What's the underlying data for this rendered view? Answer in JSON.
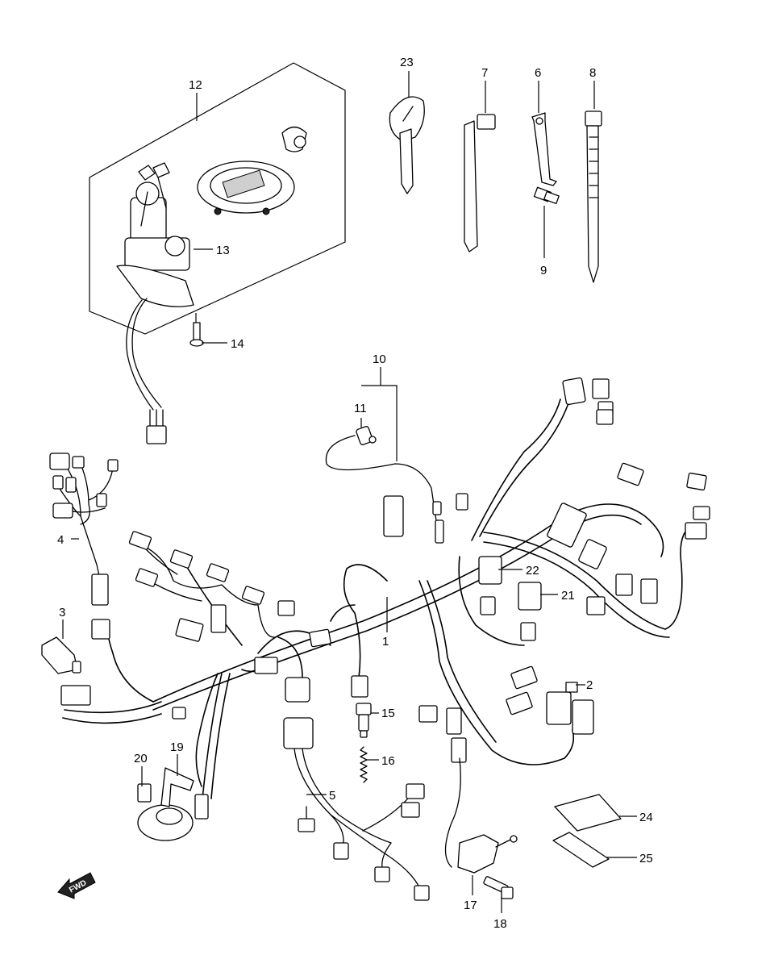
{
  "parts": [
    {
      "no": "1"
    },
    {
      "no": "2"
    },
    {
      "no": "3"
    },
    {
      "no": "4"
    },
    {
      "no": "5"
    },
    {
      "no": "6"
    },
    {
      "no": "7"
    },
    {
      "no": "8"
    },
    {
      "no": "9"
    },
    {
      "no": "10"
    },
    {
      "no": "11"
    },
    {
      "no": "12"
    },
    {
      "no": "13"
    },
    {
      "no": "14"
    },
    {
      "no": "15"
    },
    {
      "no": "16"
    },
    {
      "no": "17"
    },
    {
      "no": "18"
    },
    {
      "no": "19"
    },
    {
      "no": "20"
    },
    {
      "no": "21"
    },
    {
      "no": "22"
    },
    {
      "no": "23"
    },
    {
      "no": "24"
    },
    {
      "no": "25"
    }
  ],
  "direction_marker": "FWD"
}
